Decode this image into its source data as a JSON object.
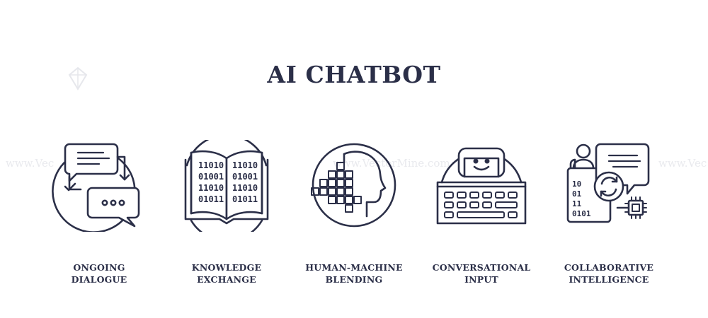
{
  "title": "AI CHATBOT",
  "watermark": {
    "left": "www.Vec",
    "center": "www.VectorMine.com",
    "right": "www.Vec"
  },
  "items": [
    {
      "line1": "ONGOING",
      "line2": "DIALOGUE",
      "icon": "chat-dialogue-icon"
    },
    {
      "line1": "KNOWLEDGE",
      "line2": "EXCHANGE",
      "icon": "binary-book-icon"
    },
    {
      "line1": "HUMAN-MACHINE",
      "line2": "BLENDING",
      "icon": "pixel-head-icon"
    },
    {
      "line1": "CONVERSATIONAL",
      "line2": "INPUT",
      "icon": "typewriter-icon"
    },
    {
      "line1": "COLLABORATIVE",
      "line2": "INTELLIGENCE",
      "icon": "person-chip-chat-icon"
    }
  ],
  "colors": {
    "ink": "#2b2f48",
    "watermark": "#e9eaee"
  }
}
